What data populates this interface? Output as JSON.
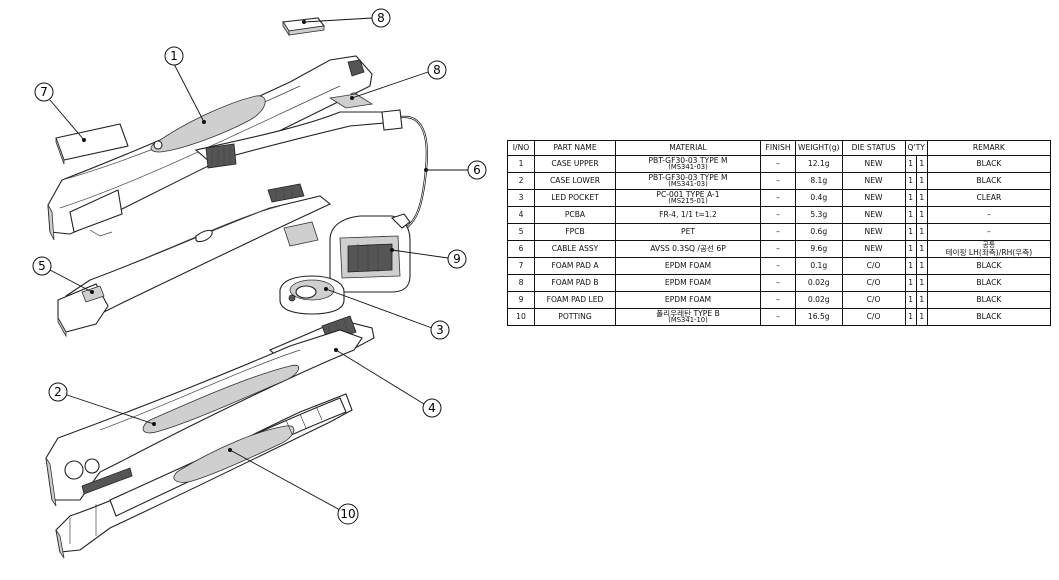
{
  "callouts": [
    {
      "number": "1"
    },
    {
      "number": "2"
    },
    {
      "number": "3"
    },
    {
      "number": "4"
    },
    {
      "number": "5"
    },
    {
      "number": "6"
    },
    {
      "number": "7"
    },
    {
      "number": "8"
    },
    {
      "number": "8"
    },
    {
      "number": "9"
    },
    {
      "number": "10"
    }
  ],
  "bom": {
    "headers": {
      "no": "I/NO",
      "name": "PART NAME",
      "material": "MATERIAL",
      "finish": "FINISH",
      "weight": "WEIGHT(g)",
      "die": "DIE STATUS",
      "qty": "Q'TY",
      "remark": "REMARK"
    },
    "rows": [
      {
        "no": "1",
        "name": "CASE UPPER",
        "material": "PBT-GF30-03 TYPE M",
        "material_sub": "(MS341-03)",
        "finish": "–",
        "weight": "12.1g",
        "die": "NEW",
        "qty1": "1",
        "qty2": "1",
        "remark": "BLACK"
      },
      {
        "no": "2",
        "name": "CASE LOWER",
        "material": "PBT-GF30-03 TYPE M",
        "material_sub": "(MS341-03)",
        "finish": "–",
        "weight": "8.1g",
        "die": "NEW",
        "qty1": "1",
        "qty2": "1",
        "remark": "BLACK"
      },
      {
        "no": "3",
        "name": "LED POCKET",
        "material": "PC-001 TYPE A-1",
        "material_sub": "(MS215-01)",
        "finish": "–",
        "weight": "0.4g",
        "die": "NEW",
        "qty1": "1",
        "qty2": "1",
        "remark": "CLEAR"
      },
      {
        "no": "4",
        "name": "PCBA",
        "material": "FR-4, 1/1 t=1.2",
        "material_sub": "",
        "finish": "–",
        "weight": "5.3g",
        "die": "NEW",
        "qty1": "1",
        "qty2": "1",
        "remark": "–"
      },
      {
        "no": "5",
        "name": "FPCB",
        "material": "PET",
        "material_sub": "",
        "finish": "–",
        "weight": "0.6g",
        "die": "NEW",
        "qty1": "1",
        "qty2": "1",
        "remark": "–"
      },
      {
        "no": "6",
        "name": "CABLE ASSY",
        "material": "AVSS 0.3SQ /공선 6P",
        "material_sub": "",
        "finish": "–",
        "weight": "9.6g",
        "die": "NEW",
        "qty1": "1",
        "qty2": "1",
        "remark": "테이핑 LH(좌측)/RH(우측)",
        "remark_top": "공통"
      },
      {
        "no": "7",
        "name": "FOAM PAD A",
        "material": "EPDM FOAM",
        "material_sub": "",
        "finish": "–",
        "weight": "0.1g",
        "die": "C/O",
        "qty1": "1",
        "qty2": "1",
        "remark": "BLACK"
      },
      {
        "no": "8",
        "name": "FOAM PAD B",
        "material": "EPDM FOAM",
        "material_sub": "",
        "finish": "–",
        "weight": "0.02g",
        "die": "C/O",
        "qty1": "1",
        "qty2": "1",
        "remark": "BLACK"
      },
      {
        "no": "9",
        "name": "FOAM PAD LED",
        "material": "EPDM FOAM",
        "material_sub": "",
        "finish": "–",
        "weight": "0.02g",
        "die": "C/O",
        "qty1": "1",
        "qty2": "1",
        "remark": "BLACK"
      },
      {
        "no": "10",
        "name": "POTTING",
        "material": "폴리우레탄 TYPE B",
        "material_sub": "(MS341-10)",
        "finish": "–",
        "weight": "16.5g",
        "die": "C/O",
        "qty1": "1",
        "qty2": "1",
        "remark": "BLACK"
      }
    ]
  }
}
